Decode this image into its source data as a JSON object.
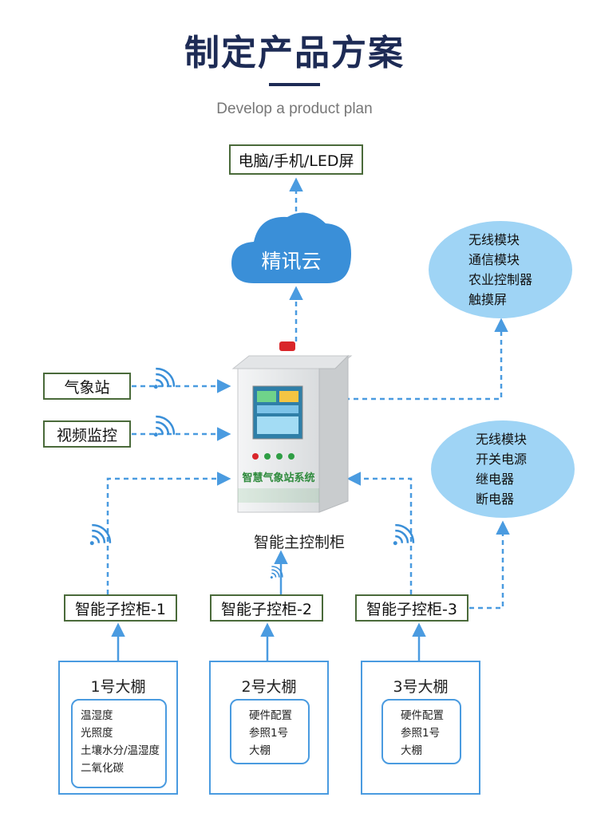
{
  "header": {
    "title": "制定产品方案",
    "subtitle": "Develop a product plan"
  },
  "nodes": {
    "display": "电脑/手机/LED屏",
    "cloud": "精讯云",
    "weather_station": "气象站",
    "video_monitor": "视频监控",
    "main_cabinet": "智能主控制柜",
    "cabinet_panel_text": "智慧气象站系统",
    "sub1": "智能子控柜-1",
    "sub2": "智能子控柜-2",
    "sub3": "智能子控柜-3"
  },
  "bubbles": {
    "top": [
      "无线模块",
      "通信模块",
      "农业控制器",
      "触摸屏"
    ],
    "bottom": [
      "无线模块",
      "开关电源",
      "继电器",
      "断电器"
    ]
  },
  "greenhouses": [
    {
      "title": "1号大棚",
      "items": [
        "温湿度",
        "光照度",
        "土壤水分/温湿度",
        "二氧化碳"
      ]
    },
    {
      "title": "2号大棚",
      "items": [
        "硬件配置",
        "参照1号",
        "大棚"
      ]
    },
    {
      "title": "3号大棚",
      "items": [
        "硬件配置",
        "参照1号",
        "大棚"
      ]
    }
  ],
  "colors": {
    "title": "#1d2b55",
    "accent": "#4a9be0",
    "box_border": "#4a6a3a",
    "bubble": "#9fd4f5"
  }
}
